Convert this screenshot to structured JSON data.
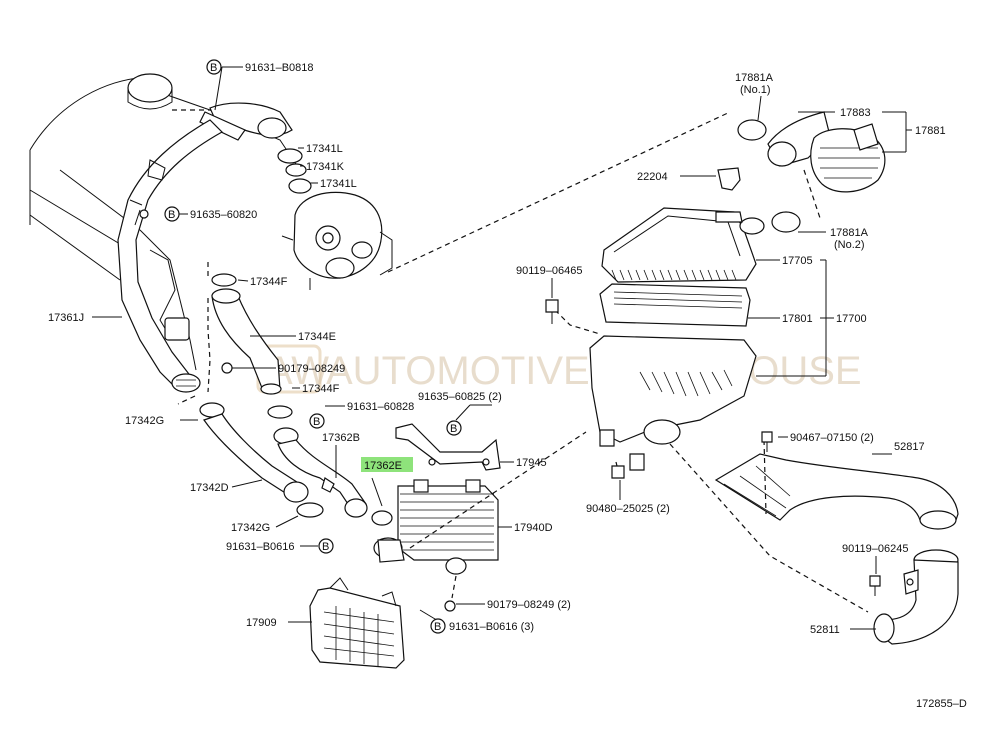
{
  "diagram": {
    "code": "172855–D",
    "watermark": "AUTOMOTIVE WAREHOUSE",
    "watermark_logo": "AW",
    "highlight_color": "#8ee37b",
    "labels": {
      "p91631_b0818": "91631–B0818",
      "p17341l_a": "17341L",
      "p17341k": "17341K",
      "p17341l_b": "17341L",
      "p91635_60820": "91635–60820",
      "p17344f_a": "17344F",
      "p17361j": "17361J",
      "p17344e": "17344E",
      "p90179_08249_a": "90179–08249",
      "p17344f_b": "17344F",
      "p91631_60828": "91631–60828",
      "p17342g_a": "17342G",
      "p17362b": "17362B",
      "p91635_60825": "91635–60825 (2)",
      "p17362e": "17362E",
      "p17945": "17945",
      "p17342d": "17342D",
      "p17342g_b": "17342G",
      "p17940d": "17940D",
      "p91631_b0616_a": "91631–B0616",
      "p90179_08249_b": "90179–08249 (2)",
      "p17909": "17909",
      "p91631_b0616_b": "91631–B0616 (3)",
      "p17881a_1": "17881A",
      "p17881a_1_sub": "(No.1)",
      "p17883": "17883",
      "p17881": "17881",
      "p22204": "22204",
      "p17881a_2": "17881A",
      "p17881a_2_sub": "(No.2)",
      "p90119_06465": "90119–06465",
      "p17705": "17705",
      "p17801": "17801",
      "p17700": "17700",
      "p90467_07150": "90467–07150 (2)",
      "p52817": "52817",
      "p90480_25025": "90480–25025 (2)",
      "p90119_06245": "90119–06245",
      "p52811": "52811",
      "bolt_b": "B"
    }
  }
}
